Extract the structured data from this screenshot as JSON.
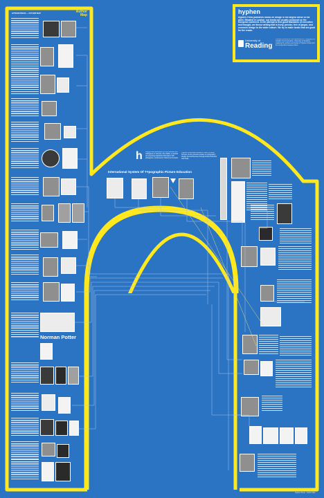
{
  "poster": {
    "left_column": {
      "header": "HYPHEN PRESS — AUTHOR MAP",
      "author_label_1": "Author",
      "author_label_2": "Map",
      "feature_name": "Norman Potter"
    },
    "hyphen_box": {
      "title": "hyphen",
      "intro": "Hyphen Press publishes books on design in the largest sense of the word. Situated in London, our books are usually produced on the European continent. In the attempt to find good standards of execution and thought, we favour writing that is lively, precise, free of jargon, and connects design to the wider culture. We try to make books that are good for the reader.",
      "logo_text_1": "University of",
      "logo_text_2": "Reading",
      "side_text": "A poster produced in the Department of Typography & Graphic Communication, University of Reading, mapping the authors and books of Hyphen Press and the connections between them."
    },
    "center": {
      "logo": "h",
      "headline": "International System Of TYpographic Picture Education",
      "isotype_text": "Isotype was developed by Otto Neurath and colleagues in Vienna in the 1920s, a method of presenting statistical information with pictograms, continued in Oxford and London.",
      "intro_text": "Hyphen Press was founded in 1980 by Robin Kinross; its list connects writers on typography, design and architecture through shared histories and ideas."
    },
    "footer": "Hyphen Press · Author Map"
  }
}
